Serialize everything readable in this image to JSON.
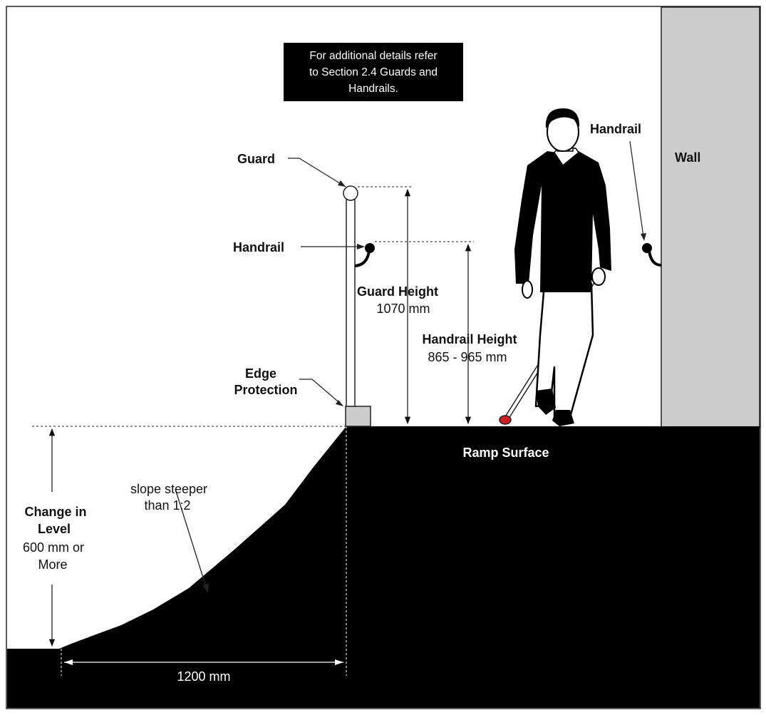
{
  "note": {
    "line1": "For additional details refer",
    "line2": "to Section 2.4 Guards and",
    "line3": "Handrails."
  },
  "labels": {
    "guard": "Guard",
    "handrail_left": "Handrail",
    "handrail_right": "Handrail",
    "wall": "Wall",
    "edge_protection_1": "Edge",
    "edge_protection_2": "Protection",
    "ramp_surface": "Ramp Surface",
    "slope_1": "slope steeper",
    "slope_2": "than 1:2"
  },
  "dimensions": {
    "guard_height_title": "Guard Height",
    "guard_height_value": "1070 mm",
    "handrail_height_title": "Handrail Height",
    "handrail_height_value": "865 - 965 mm",
    "change_level_1": "Change in",
    "change_level_2": "Level",
    "change_level_3": "600 mm or",
    "change_level_4": "More",
    "horizontal": "1200 mm"
  },
  "colors": {
    "ground": "#000000",
    "wall": "#cccccd",
    "cane_tip": "#cc1f24",
    "edge_protection": "#cccccd",
    "guard_post": "#ffffff"
  }
}
